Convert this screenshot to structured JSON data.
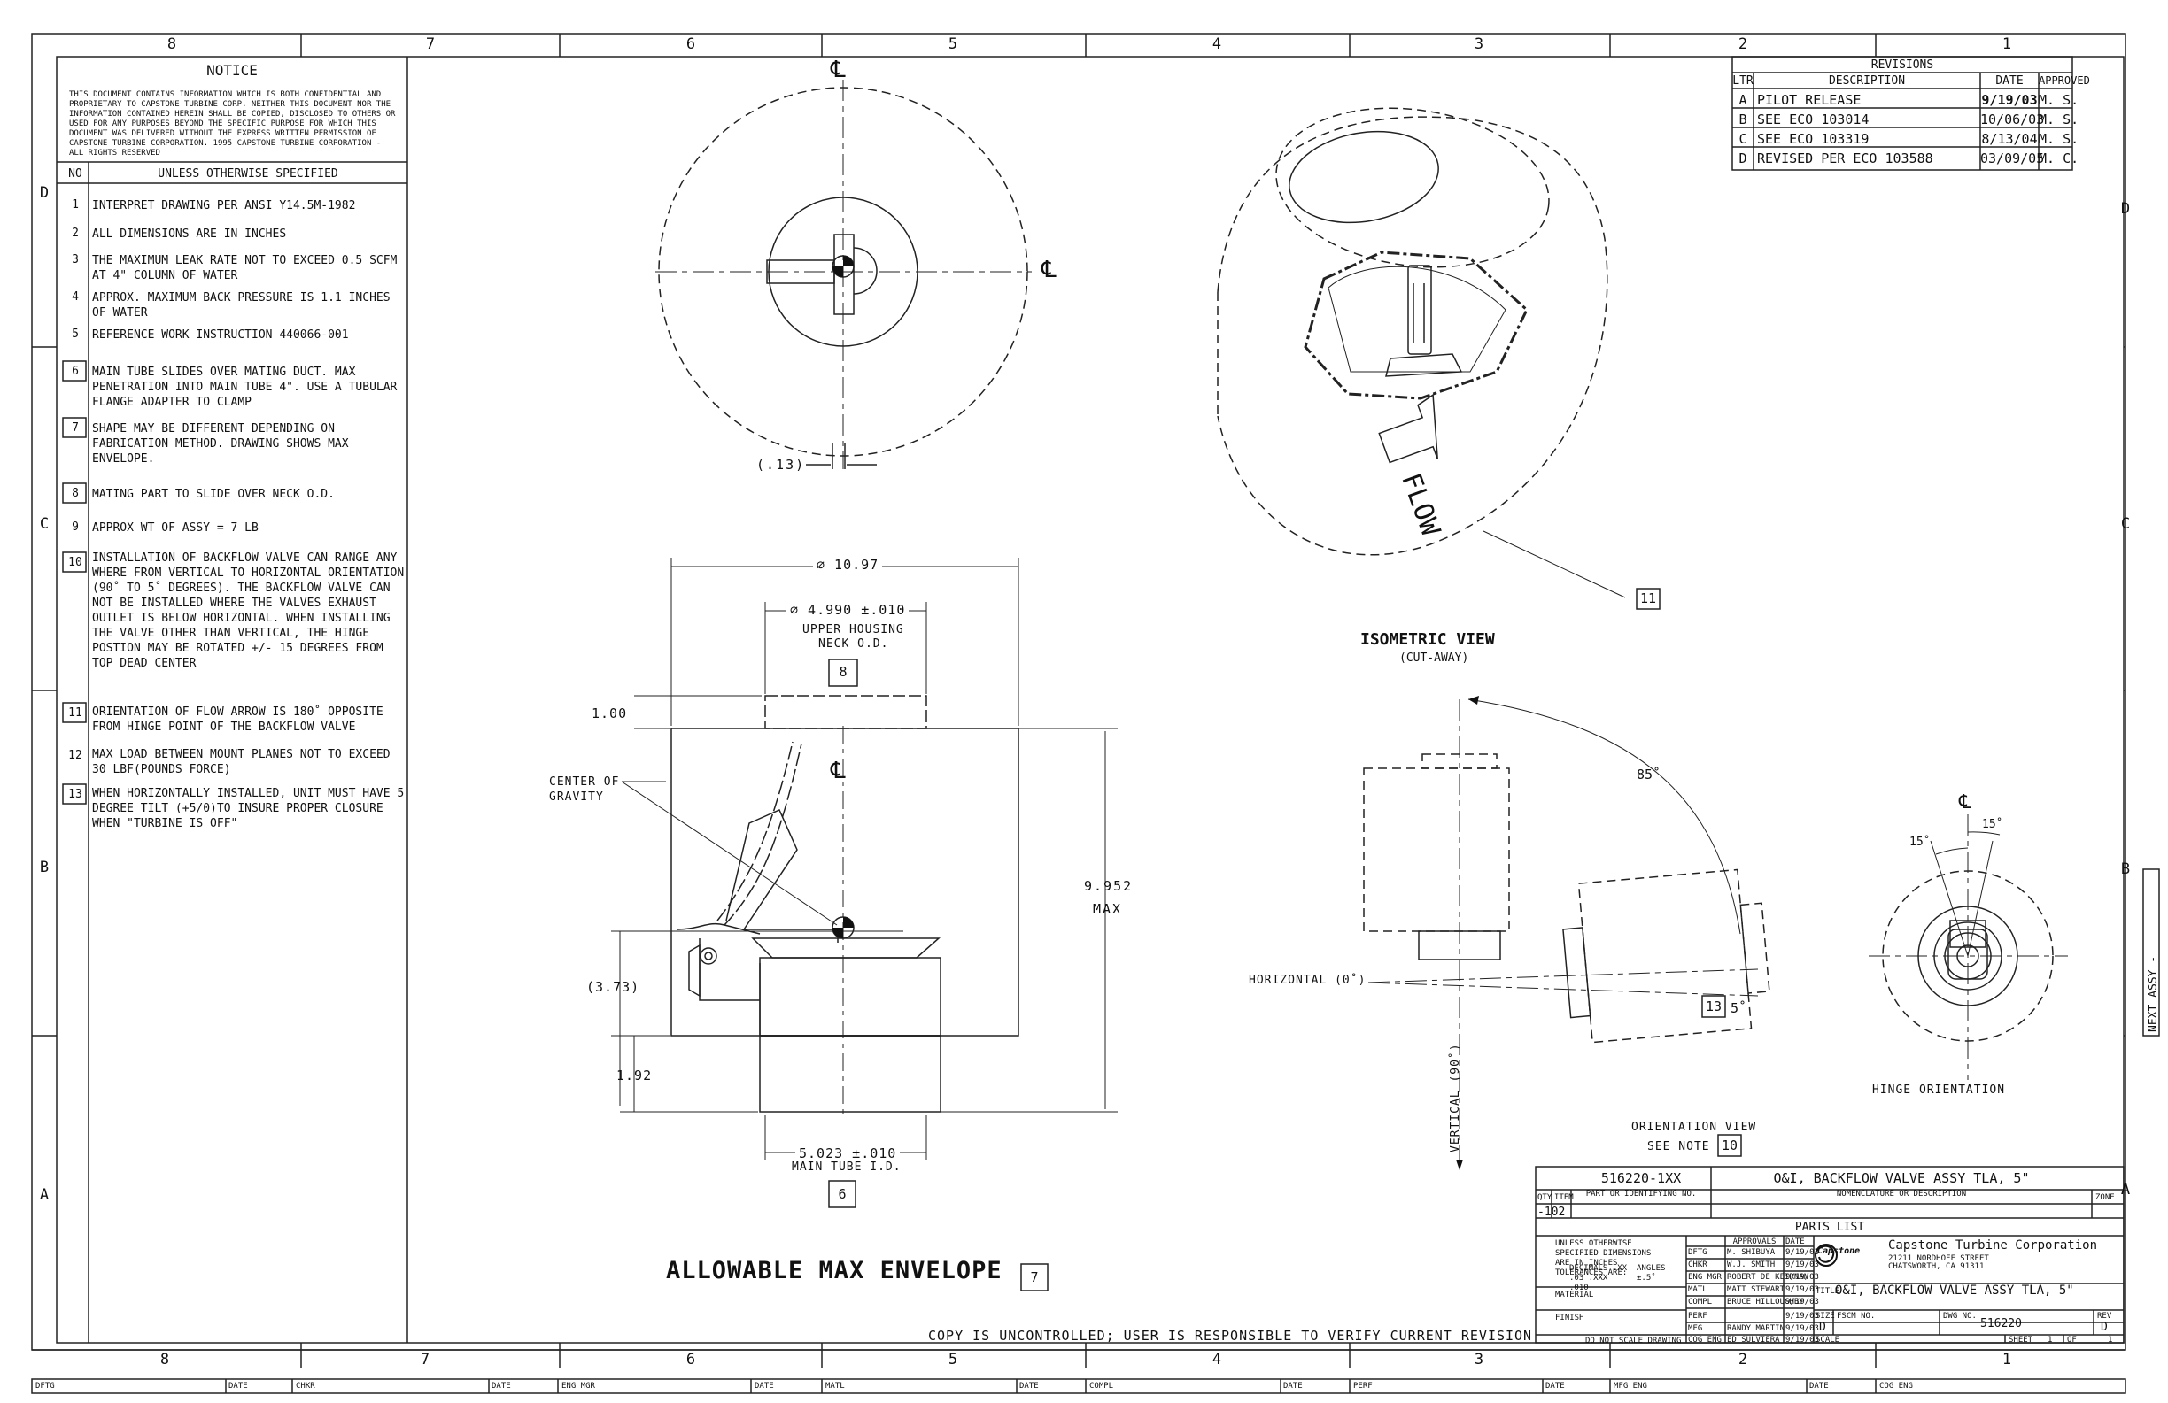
{
  "zones": {
    "columns": [
      "8",
      "7",
      "6",
      "5",
      "4",
      "3",
      "2",
      "1"
    ],
    "rows": [
      "D",
      "C",
      "B",
      "A"
    ]
  },
  "notice": {
    "title": "NOTICE",
    "body": "THIS DOCUMENT CONTAINS INFORMATION WHICH IS BOTH CONFIDENTIAL AND PROPRIETARY TO CAPSTONE TURBINE CORP.  NEITHER THIS DOCUMENT NOR THE INFORMATION CONTAINED HEREIN SHALL BE COPIED, DISCLOSED TO OTHERS OR USED FOR ANY PURPOSES BEYOND THE SPECIFIC PURPOSE FOR WHICH THIS DOCUMENT WAS DELIVERED WITHOUT THE EXPRESS WRITTEN PERMISSION OF CAPSTONE TURBINE CORPORATION. 1995 CAPSTONE TURBINE CORPORATION - ALL RIGHTS RESERVED"
  },
  "notes": {
    "no_header": "NO",
    "header": "UNLESS OTHERWISE SPECIFIED",
    "items": [
      {
        "no": "1",
        "text": "INTERPRET DRAWING PER ANSI Y14.5M-1982"
      },
      {
        "no": "2",
        "text": "ALL DIMENSIONS ARE IN INCHES"
      },
      {
        "no": "3",
        "text": "THE MAXIMUM LEAK RATE NOT TO EXCEED 0.5 SCFM AT 4\" COLUMN OF WATER"
      },
      {
        "no": "4",
        "text": "APPROX. MAXIMUM BACK PRESSURE IS 1.1 INCHES OF WATER"
      },
      {
        "no": "5",
        "text": "REFERENCE WORK INSTRUCTION 440066-001"
      },
      {
        "no": "6",
        "text": "MAIN TUBE SLIDES OVER MATING DUCT. MAX PENETRATION INTO MAIN TUBE 4\". USE A TUBULAR FLANGE ADAPTER TO CLAMP"
      },
      {
        "no": "7",
        "text": "SHAPE MAY BE DIFFERENT DEPENDING ON FABRICATION METHOD. DRAWING SHOWS MAX ENVELOPE."
      },
      {
        "no": "8",
        "text": "MATING PART TO SLIDE OVER NECK O.D."
      },
      {
        "no": "9",
        "text": "APPROX WT OF ASSY = 7 LB"
      },
      {
        "no": "10",
        "text": "INSTALLATION OF BACKFLOW VALVE CAN RANGE ANY WHERE FROM VERTICAL TO HORIZONTAL ORIENTATION (90˚ TO 5˚ DEGREES). THE BACKFLOW VALVE CAN NOT BE INSTALLED WHERE THE VALVES EXHAUST OUTLET IS BELOW HORIZONTAL. WHEN INSTALLING THE VALVE OTHER THAN VERTICAL, THE HINGE POSTION MAY BE ROTATED +/- 15 DEGREES FROM TOP DEAD CENTER"
      },
      {
        "no": "11",
        "text": "ORIENTATION OF FLOW ARROW IS 180˚ OPPOSITE FROM HINGE POINT OF THE BACKFLOW VALVE"
      },
      {
        "no": "12",
        "text": "MAX LOAD BETWEEN MOUNT PLANES NOT TO EXCEED 30 LBF(POUNDS FORCE)"
      },
      {
        "no": "13",
        "text": "WHEN HORIZONTALLY INSTALLED, UNIT MUST HAVE 5 DEGREE TILT (+5/0)TO INSURE PROPER CLOSURE WHEN \"TURBINE IS OFF\""
      }
    ]
  },
  "revisions": {
    "title": "REVISIONS",
    "headers": [
      "LTR",
      "DESCRIPTION",
      "DATE",
      "APPROVED"
    ],
    "rows": [
      [
        "A",
        "PILOT RELEASE",
        "9/19/03",
        "M. S."
      ],
      [
        "B",
        "SEE ECO 103014",
        "10/06/03",
        "M. S."
      ],
      [
        "C",
        "SEE ECO 103319",
        "8/13/04",
        "M. S."
      ],
      [
        "D",
        "REVISED PER ECO 103588",
        "03/09/05",
        "M. C."
      ]
    ]
  },
  "views": {
    "centerline": "℄",
    "top_dim": "(.13)",
    "iso_title": "ISOMETRIC VIEW",
    "iso_sub": "(CUT-AWAY)",
    "flow": "FLOW",
    "balloon_11": "11",
    "dia_outer": "∅ 10.97",
    "dia_neck": "∅ 4.990 ±.010",
    "neck_label_1": "UPPER HOUSING",
    "neck_label_2": "NECK O.D.",
    "balloon_8": "8",
    "dim_100": "1.00",
    "cg_1": "CENTER OF",
    "cg_2": "GRAVITY",
    "dim_height": "9.952",
    "dim_max": "MAX",
    "dim_373": "(3.73)",
    "dim_192": "1.92",
    "dia_tube": "5.023 ±.010",
    "tube_label": "MAIN TUBE I.D.",
    "balloon_6": "6",
    "env_title": "ALLOWABLE MAX ENVELOPE",
    "balloon_7": "7",
    "angle_85": "85˚",
    "horizontal": "HORIZONTAL (0˚)",
    "vertical": "VERTICAL (90˚)",
    "balloon_13": "13",
    "angle_5": "5˚",
    "orient_1": "ORIENTATION VIEW",
    "orient_2": "SEE NOTE",
    "balloon_10": "10",
    "angle_15a": "15˚",
    "angle_15b": "15˚",
    "hinge": "HINGE ORIENTATION",
    "next_assy": "NEXT ASSY  -",
    "copy_note": "COPY IS UNCONTROLLED; USER IS RESPONSIBLE TO VERIFY CURRENT REVISION"
  },
  "title_block": {
    "part_no": "516220-1XX",
    "nomenclature": "O&I, BACKFLOW VALVE ASSY TLA, 5\"",
    "qty_hdr": "QTY",
    "item_hdr": "ITEM",
    "part_hdr": "PART OR IDENTIFYING NO.",
    "nom_hdr": "NOMENCLATURE OR DESCRIPTION",
    "zone_hdr": "ZONE",
    "dash": "-102",
    "parts_list": "PARTS LIST",
    "tol": "UNLESS OTHERWISE SPECIFIED DIMENSIONS ARE IN INCHES TOLERANCES ARE:",
    "tol_dec": "DECIMALS   .XX  .03   .XXX  .010",
    "tol_ang": "ANGLES  ±.5˚",
    "material": "MATERIAL",
    "finish": "FINISH",
    "dnsd": "DO NOT SCALE DRAWING",
    "approvals": "APPROVALS",
    "date_hdr": "DATE",
    "approvers": [
      [
        "DFTG",
        "M. SHIBUYA",
        "9/19/03"
      ],
      [
        "CHKR",
        "W.J. SMITH",
        "9/19/03"
      ],
      [
        "ENG MGR",
        "ROBERT DE KEIRNAN",
        "9/19/03"
      ],
      [
        "MATL",
        "MATT STEWART",
        "9/19/03"
      ],
      [
        "COMPL",
        "BRUCE HILLOUGHBY",
        "9/19/03"
      ],
      [
        "PERF",
        "",
        "9/19/03"
      ],
      [
        "MFG",
        "RANDY MARTIN",
        "9/19/03"
      ],
      [
        "COG ENG",
        "ED SULVIERA",
        "9/19/03"
      ]
    ],
    "company": "Capstone Turbine Corporation",
    "address_1": "21211 NORDHOFF STREET",
    "address_2": "CHATSWORTH, CA  91311",
    "logo_text": "Capstone",
    "title_lbl": "TITLE",
    "title": "O&I, BACKFLOW VALVE ASSY TLA, 5\"",
    "size_lbl": "SIZE",
    "size": "D",
    "fscm_lbl": "FSCM NO.",
    "dwg_lbl": "DWG NO.",
    "dwg_no": "516220",
    "rev_lbl": "REV",
    "rev": "D",
    "scale_lbl": "SCALE",
    "sheet_lbl": "SHEET",
    "sheet": "1",
    "of_lbl": "OF",
    "of": "1"
  },
  "footer": [
    "DFTG",
    "DATE",
    "CHKR",
    "DATE",
    "ENG MGR",
    "DATE",
    "MATL",
    "DATE",
    "COMPL",
    "DATE",
    "PERF",
    "DATE",
    "MFG ENG",
    "DATE",
    "COG ENG"
  ]
}
